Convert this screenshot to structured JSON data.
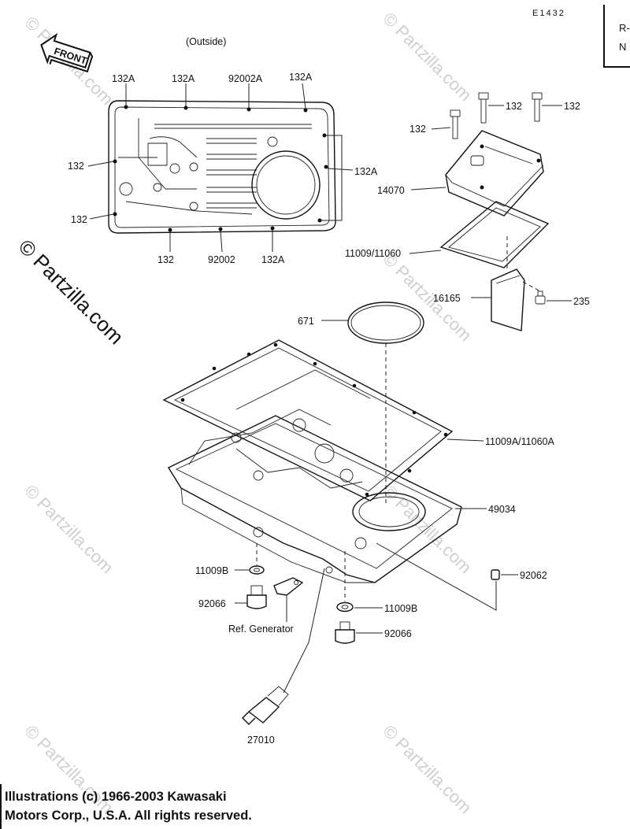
{
  "diagram_code": "E1432",
  "corner_tab": [
    "R-",
    "N"
  ],
  "front_label": "FRONT",
  "outside_label": "(Outside)",
  "watermark": "© Partzilla.com",
  "copyright": {
    "line1": "Illustrations (c) 1966-2003 Kawasaki",
    "line2": "Motors Corp., U.S.A.  All rights reserved."
  },
  "callouts": {
    "c132A_1": "132A",
    "c132A_2": "132A",
    "c92002A": "92002A",
    "c132A_3": "132A",
    "c132_l1": "132",
    "c132A_r": "132A",
    "c132_l2": "132",
    "c132_b": "132",
    "c92002": "92002",
    "c132A_b": "132A",
    "c132_t1": "132",
    "c132_t2": "132",
    "c132_t3": "132",
    "c14070": "14070",
    "c11009_11060": "11009/11060",
    "c16165": "16165",
    "c235": "235",
    "c671": "671",
    "c11009A_11060A": "11009A/11060A",
    "c49034": "49034",
    "c11009B_1": "11009B",
    "c92062": "92062",
    "c92066_1": "92066",
    "c11009B_2": "11009B",
    "ref_generator": "Ref. Generator",
    "c92066_2": "92066",
    "c27010": "27010"
  }
}
